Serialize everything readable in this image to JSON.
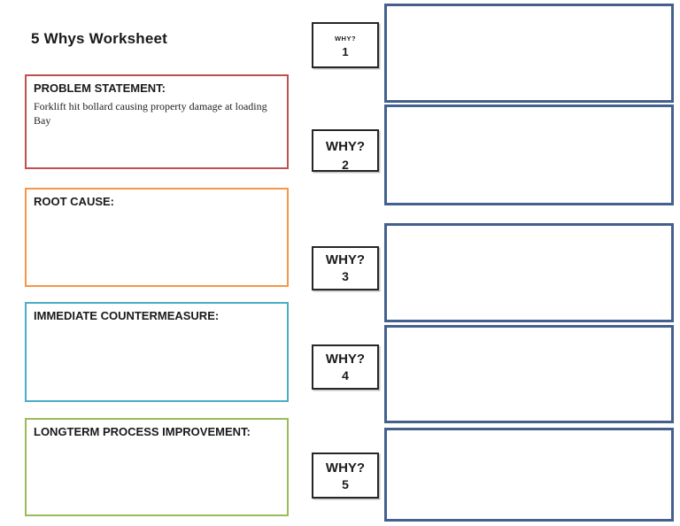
{
  "page": {
    "title": "5 Whys Worksheet"
  },
  "colors": {
    "problem_border": "#C0504D",
    "root_cause_border": "#F79646",
    "countermeasure_border": "#4BACC6",
    "improvement_border": "#9BBB59",
    "answer_box_border": "#44618E",
    "why_box_border": "#262626",
    "text": "#1A1A1A",
    "background": "#FFFFFF"
  },
  "sections": {
    "problem": {
      "label": "PROBLEM STATEMENT:",
      "content": "Forklift hit bollard causing property damage at loading Bay"
    },
    "root_cause": {
      "label": "ROOT CAUSE:",
      "content": ""
    },
    "countermeasure": {
      "label": "IMMEDIATE COUNTERMEASURE:",
      "content": ""
    },
    "improvement": {
      "label": "LONGTERM PROCESS IMPROVEMENT:",
      "content": ""
    }
  },
  "why_steps": [
    {
      "label": "WHY?",
      "number": "1",
      "answer": ""
    },
    {
      "label": "WHY?",
      "number": "2",
      "answer": ""
    },
    {
      "label": "WHY?",
      "number": "3",
      "answer": ""
    },
    {
      "label": "WHY?",
      "number": "4",
      "answer": ""
    },
    {
      "label": "WHY?",
      "number": "5",
      "answer": ""
    }
  ]
}
